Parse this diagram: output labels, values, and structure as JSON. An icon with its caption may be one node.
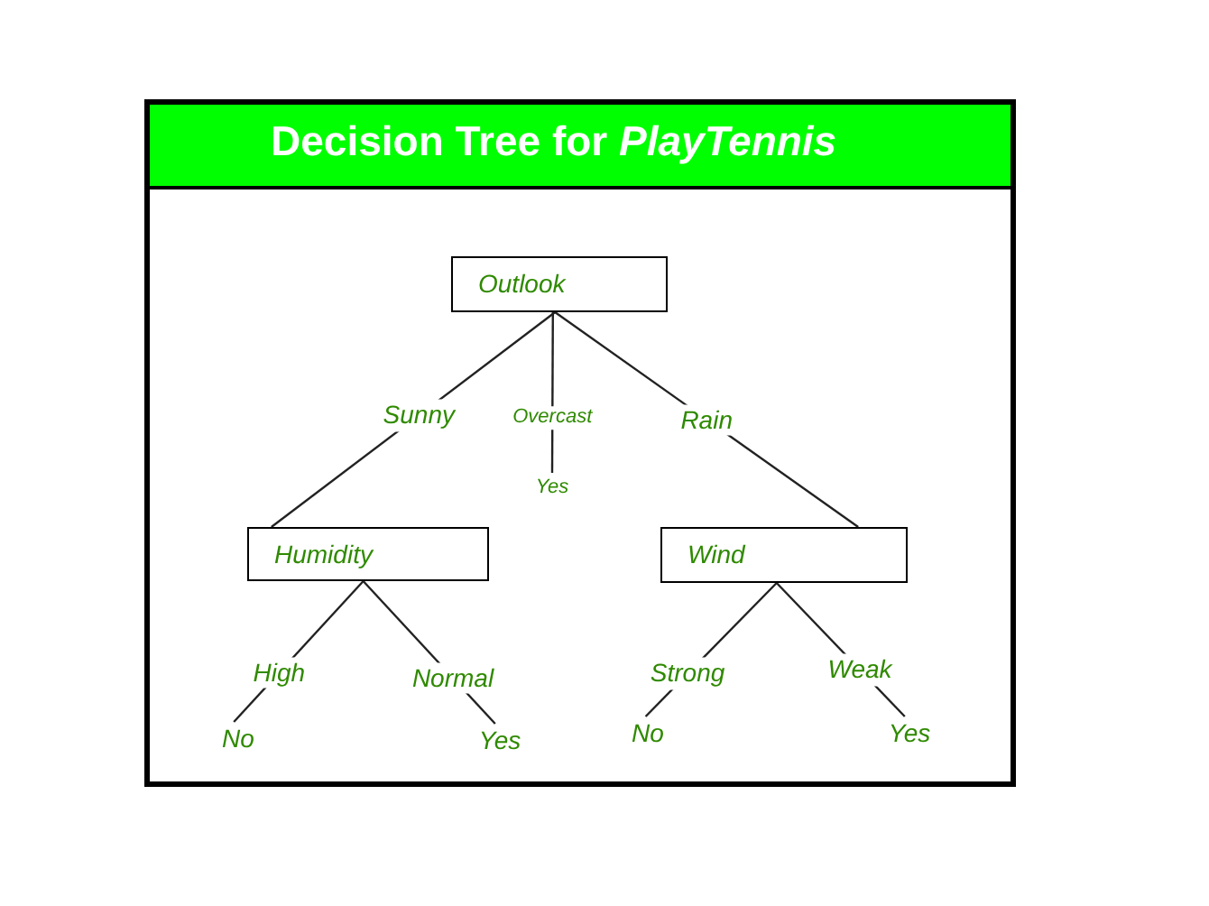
{
  "diagram": {
    "title": "Decision Tree for *PlayTennis*",
    "nodes": [
      {
        "text": [
          "Outlook"
        ]
      },
      {
        "text": [
          "Humidity"
        ]
      },
      {
        "text": [
          "Wind"
        ]
      },
      {
        "text": [
          "Yes"
        ]
      },
      {
        "text": [
          "No"
        ]
      },
      {
        "text": [
          "Yes"
        ]
      },
      {
        "text": [
          "No"
        ]
      },
      {
        "text": [
          "Yes"
        ]
      }
    ],
    "edges": [
      {
        "from": 0,
        "to": 1,
        "arrow": "none",
        "label": "Sunny"
      },
      {
        "from": 0,
        "to": 3,
        "arrow": "none",
        "label": "Overcast"
      },
      {
        "from": 0,
        "to": 2,
        "arrow": "none",
        "label": "Rain"
      },
      {
        "from": 1,
        "to": 4,
        "arrow": "none",
        "label": "High"
      },
      {
        "from": 1,
        "to": 5,
        "arrow": "none",
        "label": "Normal"
      },
      {
        "from": 2,
        "to": 6,
        "arrow": "none",
        "label": "Strong"
      },
      {
        "from": 2,
        "to": 7,
        "arrow": "none",
        "label": "Weak"
      }
    ]
  }
}
